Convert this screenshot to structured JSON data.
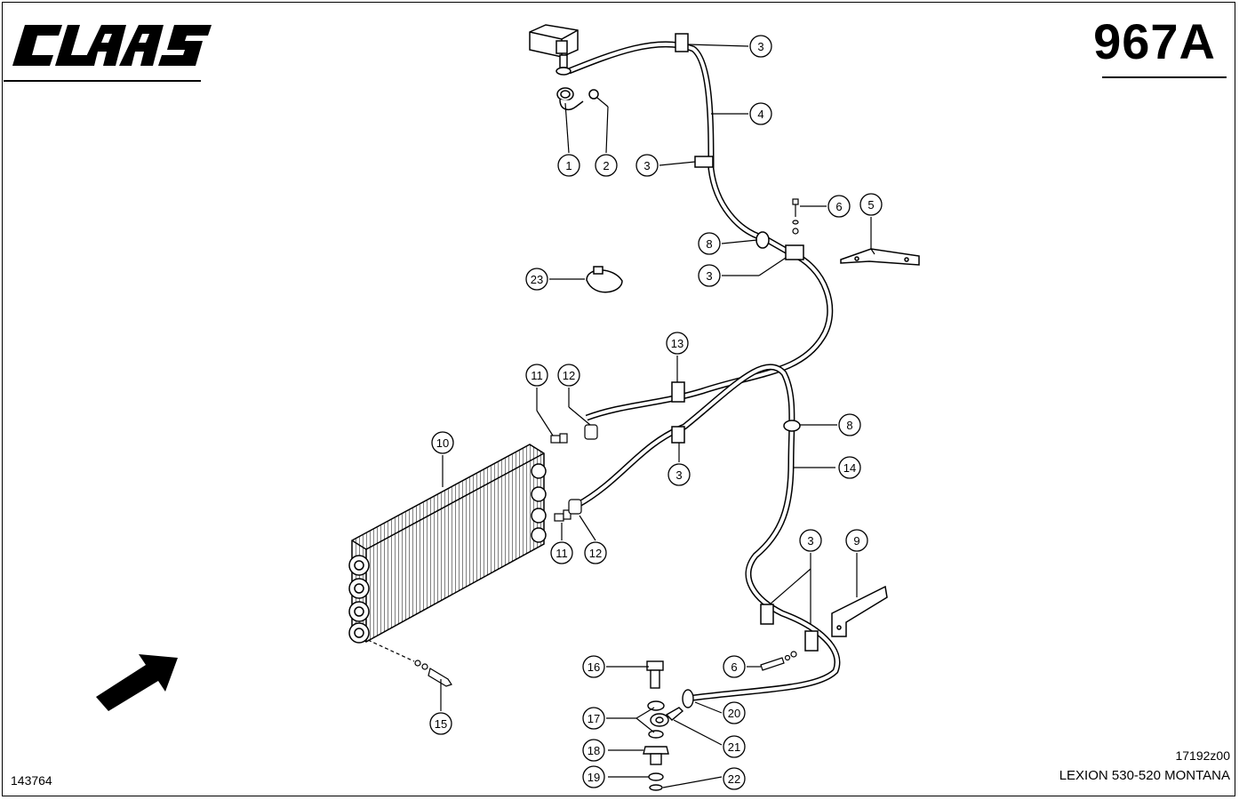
{
  "brand": {
    "logo_text": "CLAAS"
  },
  "page_number": "967A",
  "drawing_ref_left": "143764",
  "drawing_ref_right": "17192z00",
  "machine_model": "LEXION 530-520 MONTANA",
  "callouts": [
    {
      "id": "c1",
      "label": "1"
    },
    {
      "id": "c2",
      "label": "2"
    },
    {
      "id": "c3a",
      "label": "3"
    },
    {
      "id": "c3b",
      "label": "3"
    },
    {
      "id": "c3c",
      "label": "3"
    },
    {
      "id": "c3d",
      "label": "3"
    },
    {
      "id": "c3e",
      "label": "3"
    },
    {
      "id": "c4",
      "label": "4"
    },
    {
      "id": "c5",
      "label": "5"
    },
    {
      "id": "c6a",
      "label": "6"
    },
    {
      "id": "c6b",
      "label": "6"
    },
    {
      "id": "c8a",
      "label": "8"
    },
    {
      "id": "c8b",
      "label": "8"
    },
    {
      "id": "c9",
      "label": "9"
    },
    {
      "id": "c10",
      "label": "10"
    },
    {
      "id": "c11a",
      "label": "11"
    },
    {
      "id": "c11b",
      "label": "11"
    },
    {
      "id": "c12a",
      "label": "12"
    },
    {
      "id": "c12b",
      "label": "12"
    },
    {
      "id": "c13",
      "label": "13"
    },
    {
      "id": "c14",
      "label": "14"
    },
    {
      "id": "c15",
      "label": "15"
    },
    {
      "id": "c16",
      "label": "16"
    },
    {
      "id": "c17",
      "label": "17"
    },
    {
      "id": "c18",
      "label": "18"
    },
    {
      "id": "c19",
      "label": "19"
    },
    {
      "id": "c20",
      "label": "20"
    },
    {
      "id": "c21",
      "label": "21"
    },
    {
      "id": "c22",
      "label": "22"
    },
    {
      "id": "c23",
      "label": "23"
    }
  ]
}
